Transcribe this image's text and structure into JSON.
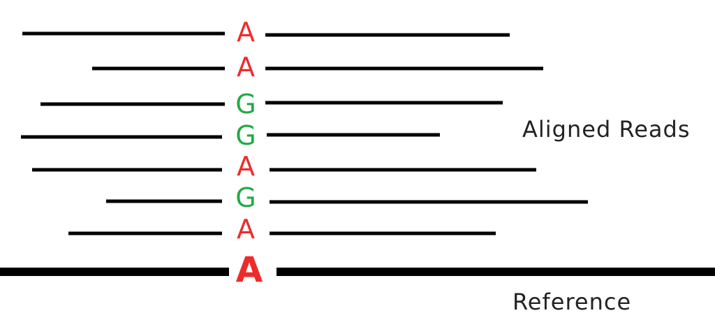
{
  "labels": {
    "aligned_reads": "Aligned Reads",
    "reference": "Reference"
  },
  "colors": {
    "A": "#ee2b2b",
    "G": "#22aa44",
    "line": "#000000"
  },
  "reads": [
    {
      "base": "A"
    },
    {
      "base": "A"
    },
    {
      "base": "G"
    },
    {
      "base": "G"
    },
    {
      "base": "A"
    },
    {
      "base": "G"
    },
    {
      "base": "A"
    }
  ],
  "reference": {
    "base": "A"
  }
}
